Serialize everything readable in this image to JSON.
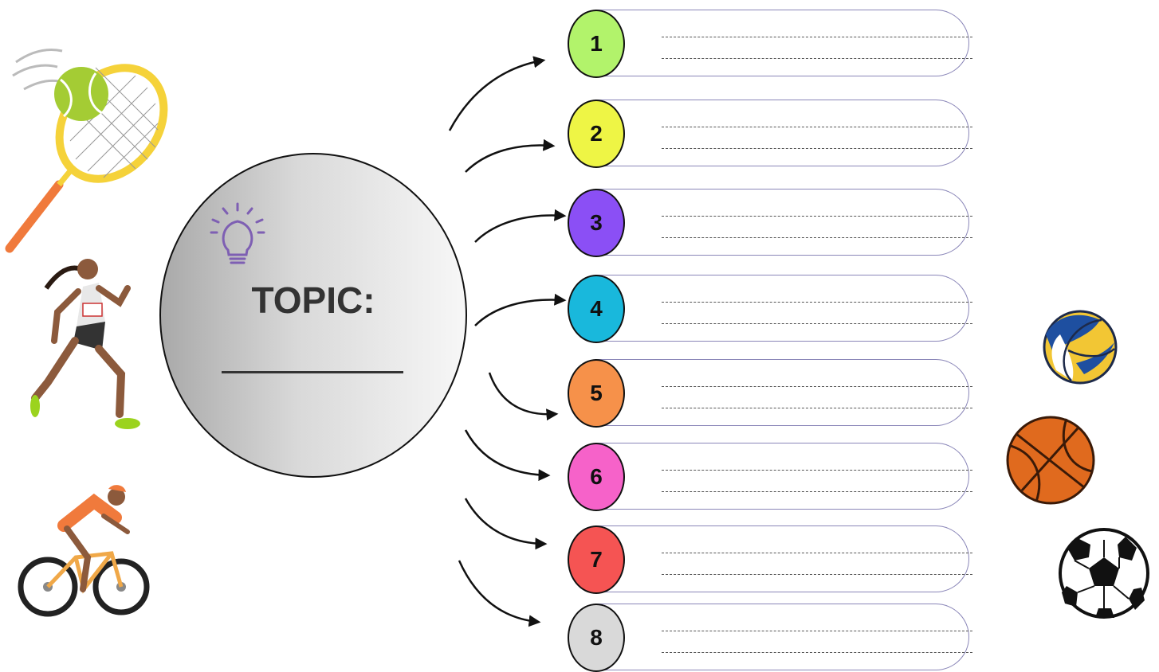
{
  "topic": {
    "label": "TOPIC:",
    "icon": "lightbulb-icon",
    "icon_color": "#7e5fb3"
  },
  "items": [
    {
      "number": "1",
      "color": "#b2f36b"
    },
    {
      "number": "2",
      "color": "#eef545"
    },
    {
      "number": "3",
      "color": "#8b4ff5"
    },
    {
      "number": "4",
      "color": "#19b8dc"
    },
    {
      "number": "5",
      "color": "#f6914a"
    },
    {
      "number": "6",
      "color": "#f662c9"
    },
    {
      "number": "7",
      "color": "#f55453"
    },
    {
      "number": "8",
      "color": "#d9d9d9"
    }
  ],
  "illustrations": [
    "tennis-racket-icon",
    "runner-icon",
    "cyclist-icon",
    "volleyball-icon",
    "basketball-icon",
    "soccer-ball-icon"
  ]
}
